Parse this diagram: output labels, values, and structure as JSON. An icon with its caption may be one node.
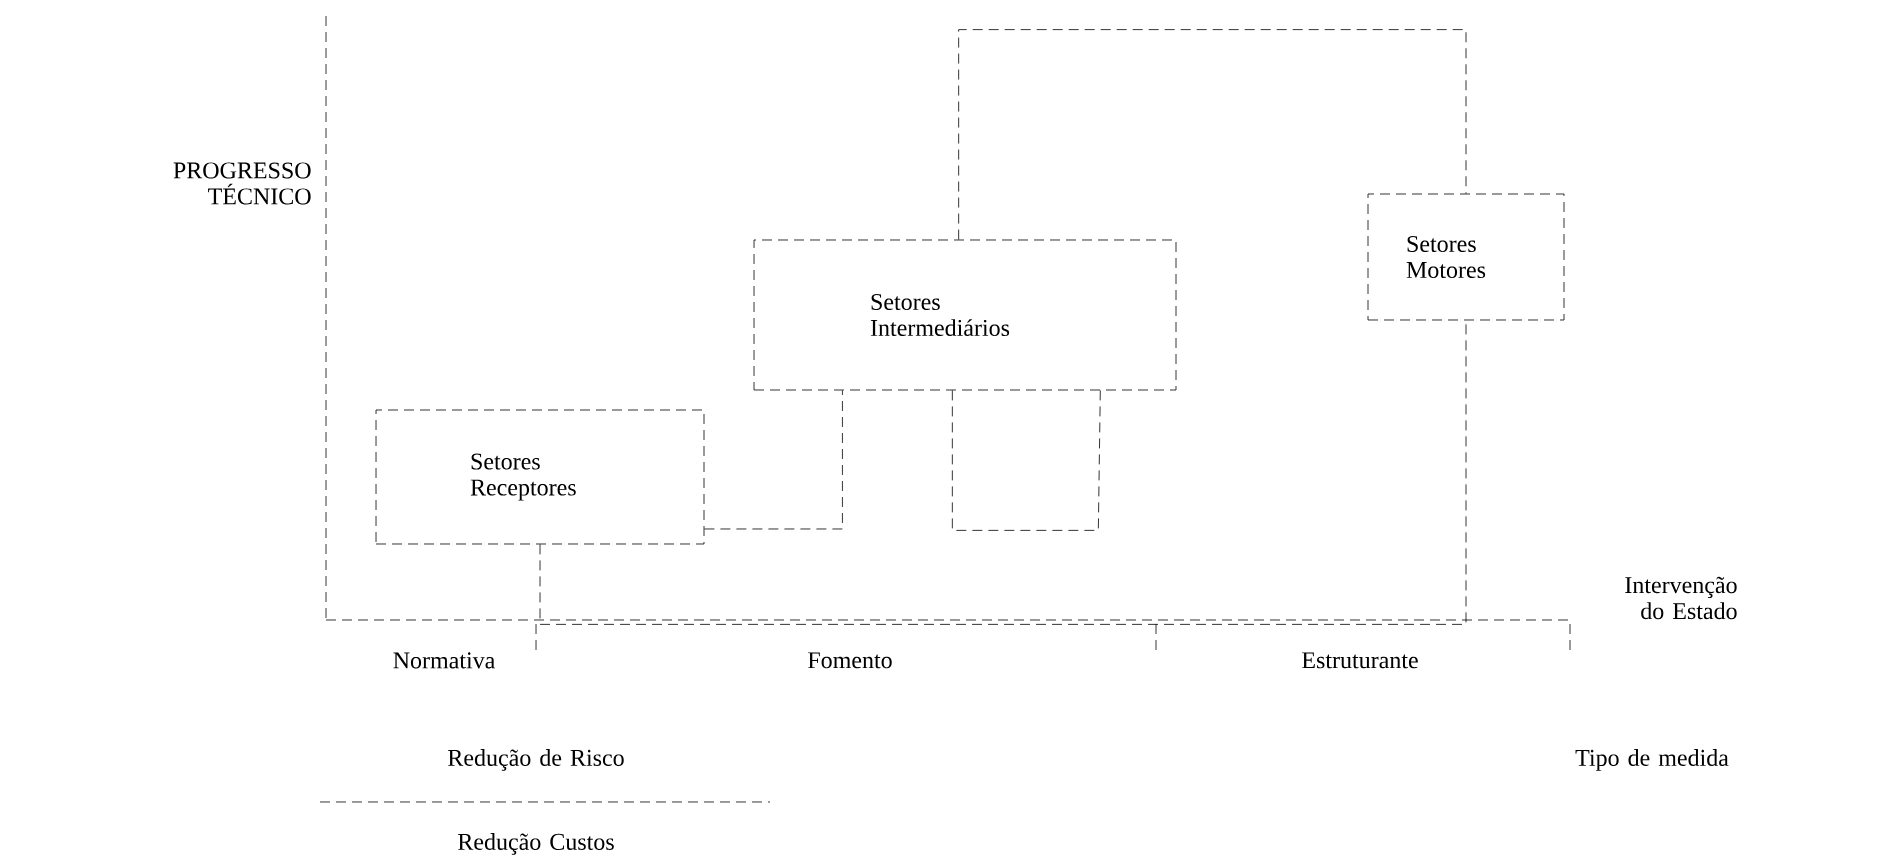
{
  "diagram": {
    "nodes": [
      {
        "text": [
          "Setores Receptores"
        ]
      },
      {
        "text": [
          "Setores Intermediários"
        ]
      },
      {
        "text": [
          "Setores Motores"
        ]
      }
    ],
    "edges": [
      {
        "from": 0,
        "to": 1,
        "arrow": "none",
        "style": "dashed"
      },
      {
        "from": 1,
        "to": 1,
        "arrow": "none",
        "style": "dashed"
      },
      {
        "from": 0,
        "to": 2,
        "arrow": "none",
        "style": "dashed"
      },
      {
        "from": 1,
        "to": 2,
        "arrow": "none",
        "style": "dashed"
      }
    ],
    "labels": [
      "PROGRESSO TÉCNICO",
      "Intervenção do Estado",
      "Normativa",
      "Fomento",
      "Estruturante",
      "Redução de Risco",
      "Tipo de medida",
      "Redução Custos"
    ]
  }
}
